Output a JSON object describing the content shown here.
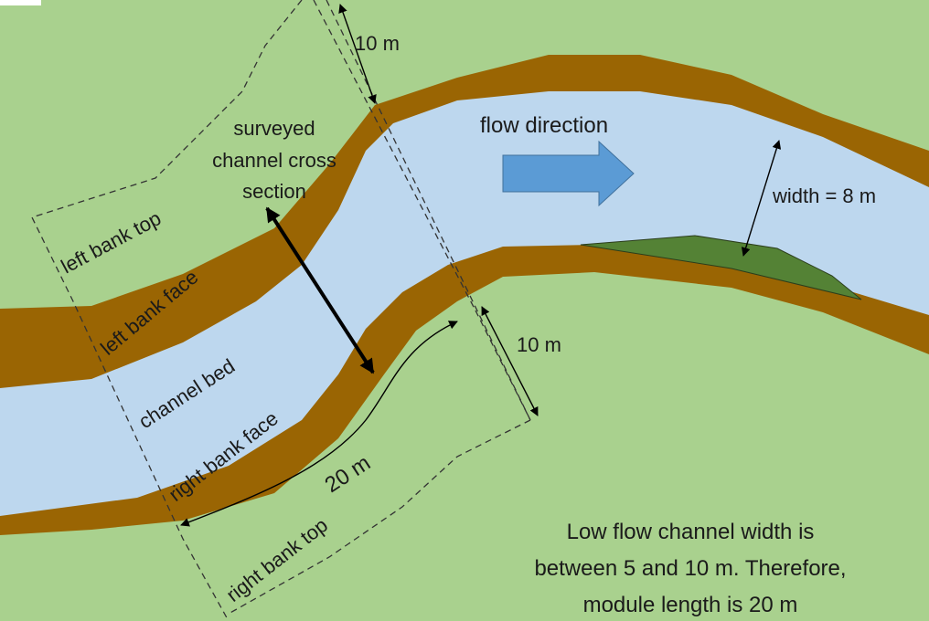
{
  "labels": {
    "top_spacing": "10 m",
    "surveyed_line1": "surveyed",
    "surveyed_line2": "channel cross",
    "surveyed_line3": "section",
    "left_bank_top": "left bank top",
    "left_bank_face": "left bank face",
    "channel_bed": "channel bed",
    "right_bank_face": "right bank face",
    "right_bank_top": "right bank top",
    "module_length": "20 m",
    "side_spacing": "10 m",
    "flow_direction": "flow direction",
    "width": "width = 8 m"
  },
  "note": {
    "line1": "Low flow channel width is",
    "line2": "between 5 and 10 m. Therefore,",
    "line3": "module length is 20 m"
  },
  "colors": {
    "land": "#a9d18e",
    "bank": "#9a6503",
    "water": "#bdd7ee",
    "flow_arrow": "#5b9bd5",
    "bar": "#548235"
  }
}
